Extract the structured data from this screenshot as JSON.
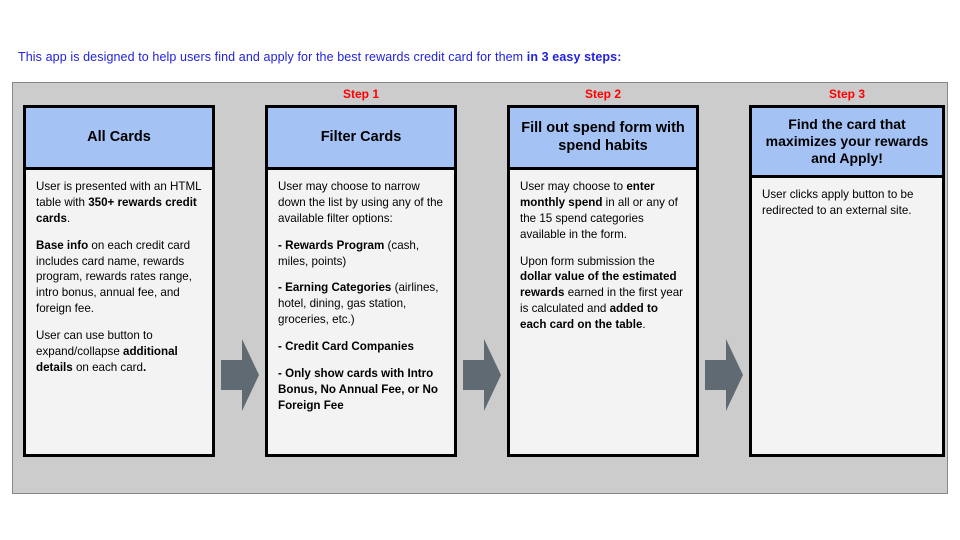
{
  "intro": {
    "text_normal": "This app is designed to help users find and apply for the best rewards credit card for them ",
    "text_bold": "in 3 easy steps:"
  },
  "colors": {
    "frame_bg": "#cccccc",
    "card_header_bg": "#a4c2f4",
    "card_body_bg": "#f3f3f3",
    "step_label": "#ff0000",
    "intro_text": "#2222dd",
    "arrow_fill": "#5f6a73",
    "border": "#000000"
  },
  "columns": [
    {
      "step_label": "",
      "title": "All Cards",
      "body": [
        {
          "runs": [
            {
              "t": "User is presented with an HTML table with ",
              "b": false
            },
            {
              "t": "350+ rewards credit cards",
              "b": true
            },
            {
              "t": ".",
              "b": false
            }
          ]
        },
        {
          "runs": [
            {
              "t": "Base info",
              "b": true
            },
            {
              "t": " on each credit card includes card name, rewards program, rewards rates range, intro bonus, annual fee, and foreign fee.",
              "b": false
            }
          ]
        },
        {
          "runs": [
            {
              "t": "User can use button to expand/collapse ",
              "b": false
            },
            {
              "t": "additional details",
              "b": true
            },
            {
              "t": " on each card",
              "b": false
            },
            {
              "t": ".",
              "b": true
            }
          ]
        }
      ]
    },
    {
      "step_label": "Step 1",
      "title": "Filter Cards",
      "body": [
        {
          "runs": [
            {
              "t": "User may choose to narrow down the list by using any of the available filter options:",
              "b": false
            }
          ]
        },
        {
          "runs": [
            {
              "t": "- Rewards Program",
              "b": true
            },
            {
              "t": " (cash, miles, points)",
              "b": false
            }
          ]
        },
        {
          "runs": [
            {
              "t": "- Earning Categories",
              "b": true
            },
            {
              "t": " (airlines, hotel, dining, gas station, groceries, etc.)",
              "b": false
            }
          ]
        },
        {
          "runs": [
            {
              "t": "- Credit Card Companies",
              "b": true
            }
          ]
        },
        {
          "runs": [
            {
              "t": "- Only show cards with Intro Bonus, No Annual Fee, or No Foreign Fee",
              "b": true
            }
          ]
        }
      ]
    },
    {
      "step_label": "Step 2",
      "title": "Fill out spend form with spend habits",
      "body": [
        {
          "runs": [
            {
              "t": "User may choose to ",
              "b": false
            },
            {
              "t": "enter monthly spend",
              "b": true
            },
            {
              "t": " in all or any of the 15 spend categories available in the form.",
              "b": false
            }
          ]
        },
        {
          "runs": [
            {
              "t": "Upon form submission the ",
              "b": false
            },
            {
              "t": "dollar value of the estimated rewards",
              "b": true
            },
            {
              "t": " earned in the first year is calculated and ",
              "b": false
            },
            {
              "t": "added to each card on the table",
              "b": true
            },
            {
              "t": ".",
              "b": false
            }
          ]
        }
      ]
    },
    {
      "step_label": "Step 3",
      "title": "Find the card that maximizes your rewards and Apply!",
      "body": [
        {
          "runs": [
            {
              "t": "User clicks apply button to be redirected to an external site.",
              "b": false
            }
          ]
        }
      ]
    }
  ],
  "arrows": [
    {
      "name": "arrow-all-cards-to-filter"
    },
    {
      "name": "arrow-filter-to-spend-form"
    },
    {
      "name": "arrow-spend-form-to-apply"
    }
  ]
}
